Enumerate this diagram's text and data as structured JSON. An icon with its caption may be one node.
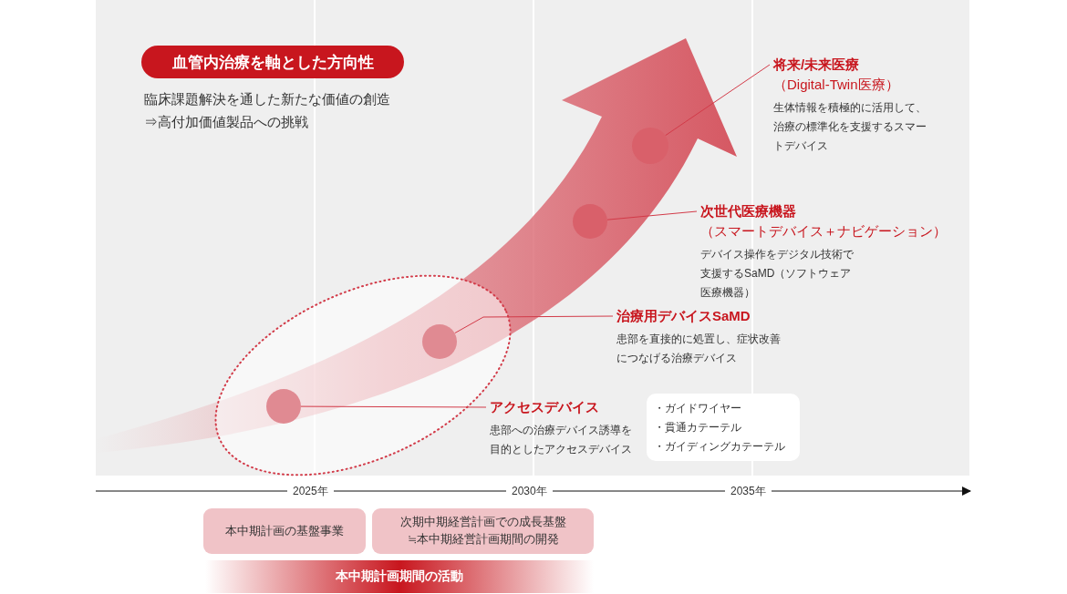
{
  "diagram": {
    "nodes": [
      {
        "text": [
          "血管内治療を軸とした方向性"
        ]
      },
      {
        "text": [],
        "shape": "circle"
      },
      {
        "text": [],
        "shape": "circle"
      },
      {
        "text": [],
        "shape": "circle"
      },
      {
        "text": [],
        "shape": "circle"
      },
      {
        "text": [
          "将来/未来医療",
          "（Digital-Twin医療）",
          "生体情報を積極的に活用して、治療の標準化を支援するスマートデバイス"
        ]
      },
      {
        "text": [
          "次世代医療機器",
          "（スマートデバイス＋ナビゲーション）",
          "デバイス操作をデジタル技術で支援するSaMD（ソフトウェア医療機器）"
        ]
      },
      {
        "text": [
          "治療用デバイスSaMD",
          "患部を直接的に処置し、症状改善につなげる治療デバイス"
        ]
      },
      {
        "text": [
          "アクセスデバイス",
          "患部への治療デバイス誘導を目的としたアクセスデバイス"
        ]
      },
      {
        "text": [
          "・ガイドワイヤー",
          "・貫通カテーテル",
          "・ガイディングカテーテル"
        ]
      },
      {
        "text": [
          "本中期計画の基盤事業"
        ]
      },
      {
        "text": [
          "次期中期経営計画での成長基盤≒本中期経営計画期間の開発"
        ]
      },
      {
        "text": [
          "本中期計画期間の活動"
        ]
      }
    ],
    "edges": [
      {
        "from": 4,
        "to": 5,
        "arrow": "none"
      },
      {
        "from": 3,
        "to": 6,
        "arrow": "none"
      },
      {
        "from": 2,
        "to": 7,
        "arrow": "none"
      },
      {
        "from": 1,
        "to": 8,
        "arrow": "none"
      }
    ],
    "labels": [
      "臨床課題解決を通した新たな価値の創造⇒高付加価値製品への挑戦",
      "2025年",
      "2030年",
      "2035年"
    ]
  }
}
